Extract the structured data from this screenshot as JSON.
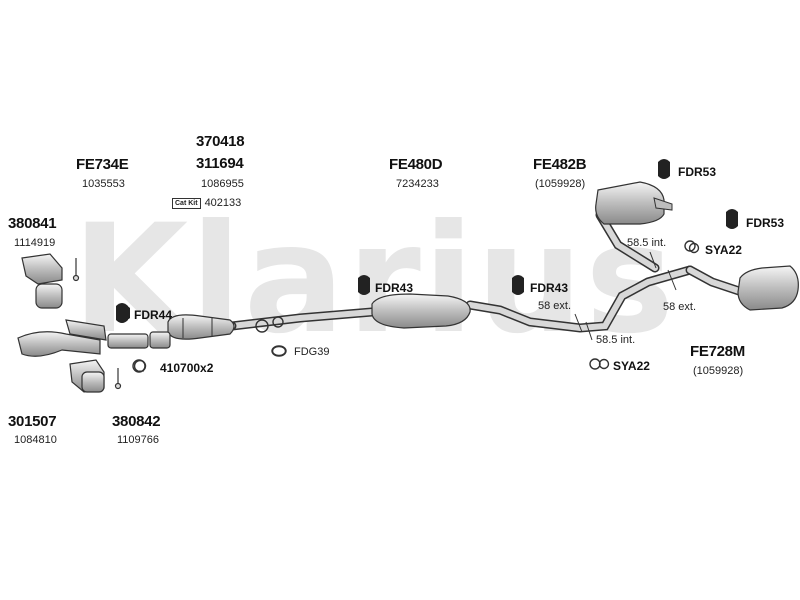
{
  "watermark": "Klarius",
  "labels": {
    "fe734e": "FE734E",
    "fe734e_num": "1035553",
    "c370418": "370418",
    "c311694": "311694",
    "c311694_num": "1086955",
    "catkit": "Cat Kit",
    "catkit_num": "402133",
    "fe480d": "FE480D",
    "fe480d_num": "7234233",
    "fe482b": "FE482B",
    "fe482b_num": "(1059928)",
    "fdr53_top": "FDR53",
    "fdr53_right": "FDR53",
    "c380841": "380841",
    "c380841_num": "1114919",
    "fdr44": "FDR44",
    "fdr43_left": "FDR43",
    "fdr43_mid": "FDR43",
    "fdg39": "FDG39",
    "c410700": "410700x2",
    "sya22_top": "SYA22",
    "sya22_bottom": "SYA22",
    "fe728m": "FE728M",
    "fe728m_num": "(1059928)",
    "c301507": "301507",
    "c301507_num": "1084810",
    "c380842": "380842",
    "c380842_num": "1109766",
    "dim_585_int_top": "58.5 int.",
    "dim_58_ext_right": "58 ext.",
    "dim_58_ext_mid": "58 ext.",
    "dim_585_int_bottom": "58.5 int."
  },
  "colors": {
    "watermark": "#e6e6e6",
    "part_fill": "#d9d9d9",
    "part_stroke": "#333333",
    "dark": "#222222"
  }
}
